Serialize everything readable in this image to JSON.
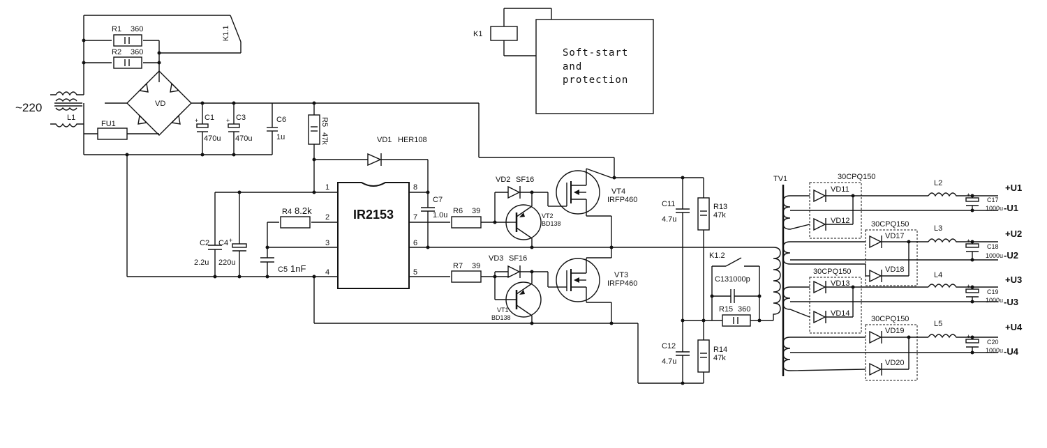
{
  "mains": {
    "label": "~220"
  },
  "parts": {
    "L1": "L1",
    "FU1": "FU1",
    "VD": "VD",
    "R1": "R1",
    "R1v": "360",
    "R2": "R2",
    "R2v": "360",
    "K11": "K1.1",
    "C1": "C1",
    "C1v": "470u",
    "C3": "C3",
    "C3v": "470u",
    "C6": "C6",
    "C6v": "1u",
    "R5": "R5",
    "R5v": "47k",
    "VD1": "VD1",
    "VD1v": "HER108",
    "IC": "IR2153",
    "R4": "R4",
    "R4v": "8.2k",
    "C2": "C2",
    "C2v": "2.2u",
    "C4": "C4",
    "C4v": "220u",
    "C5": "C5",
    "C5v": "1nF",
    "C7": "C7",
    "C7v": "1.0u",
    "R6": "R6",
    "R6v": "39",
    "R7": "R7",
    "R7v": "39",
    "VD2": "VD2",
    "VD2v": "SF16",
    "VD3": "VD3",
    "VD3v": "SF16",
    "VT2": "VT2",
    "VT2v": "BD138",
    "VT1": "VT1",
    "VT1v": "BD138",
    "VT4": "VT4",
    "VT4v": "IRFP460",
    "VT3": "VT3",
    "VT3v": "IRFP460",
    "C11": "C11",
    "C11v": "4.7u",
    "C12": "C12",
    "C12v": "4.7u",
    "R13": "R13",
    "R13v": "47k",
    "R14": "R14",
    "R14v": "47k",
    "K12": "K1.2",
    "C13": "C131000p",
    "R15": "R15",
    "R15v": "360",
    "TV1": "TV1",
    "diodes_grp": "30CPQ150",
    "VD11": "VD11",
    "VD12": "VD12",
    "VD13": "VD13",
    "VD14": "VD14",
    "VD17": "VD17",
    "VD18": "VD18",
    "VD19": "VD19",
    "VD20": "VD20",
    "L2": "L2",
    "L3": "L3",
    "L4": "L4",
    "L5": "L5",
    "C17": "C17",
    "C18": "C18",
    "C19": "C19",
    "C20": "C20",
    "Cout_v": "1000u",
    "U1p": "+U1",
    "U1m": "-U1",
    "U2p": "+U2",
    "U2m": "-U2",
    "U3p": "+U3",
    "U3m": "-U3",
    "U4p": "+U4",
    "U4m": "-U4",
    "K1": "K1"
  },
  "pins": [
    "1",
    "2",
    "3",
    "4",
    "5",
    "6",
    "7",
    "8"
  ],
  "protection": {
    "line1": "Soft-start",
    "line2": "and",
    "line3": "protection"
  }
}
